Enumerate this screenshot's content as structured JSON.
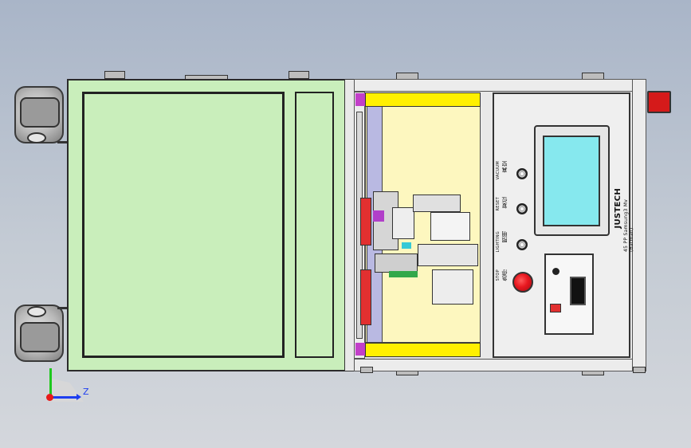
{
  "machine": {
    "brand": "JUSTECH",
    "model_line": "45 PP Samsung3 Mv (Batman)",
    "buttons": [
      {
        "cn": "真空",
        "en": "VACUUM"
      },
      {
        "cn": "复位",
        "en": "RESET"
      },
      {
        "cn": "照明",
        "en": "LIGHTING"
      },
      {
        "cn": "急停",
        "en": "STOP"
      }
    ]
  },
  "triad": {
    "z_label": "Z"
  },
  "colors": {
    "panel_green": "#c9eebb",
    "yellow_bar": "#fff000",
    "screen_cyan": "#86e8ee",
    "stop_red": "#e8171f"
  }
}
